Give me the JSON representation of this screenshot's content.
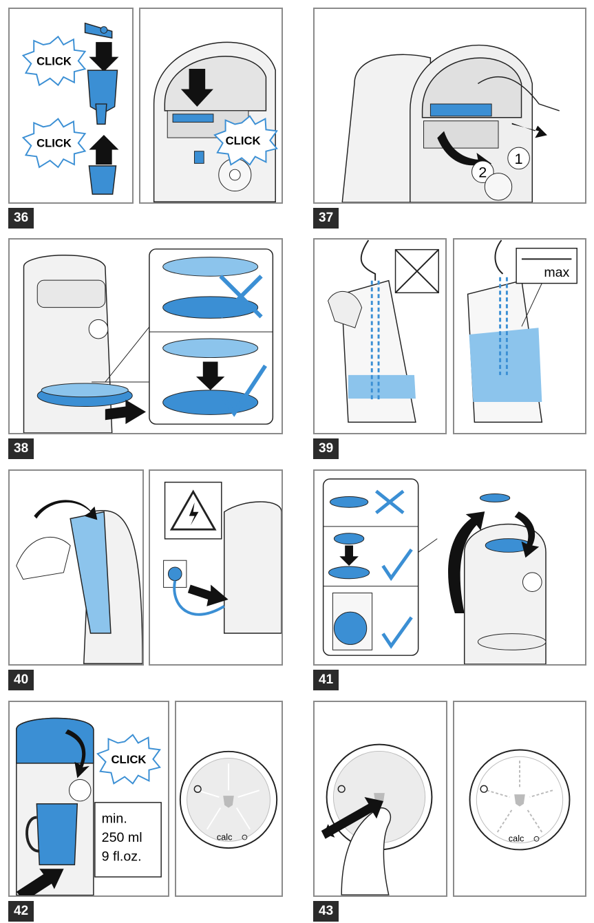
{
  "steps": [
    {
      "number": "36"
    },
    {
      "number": "37"
    },
    {
      "number": "38"
    },
    {
      "number": "39"
    },
    {
      "number": "40"
    },
    {
      "number": "41"
    },
    {
      "number": "42"
    },
    {
      "number": "43"
    }
  ],
  "labels": {
    "click": "CLICK",
    "callout_1": "1",
    "callout_2": "2",
    "max": "max",
    "min_line1": "min.",
    "min_line2": "250 ml",
    "min_line3": "9 fl.oz.",
    "calc": "calc"
  },
  "colors": {
    "accent_blue": "#3b8fd4",
    "light_blue": "#8cc4ec",
    "border": "#8a8a8a",
    "badge": "#2b2b2b"
  }
}
